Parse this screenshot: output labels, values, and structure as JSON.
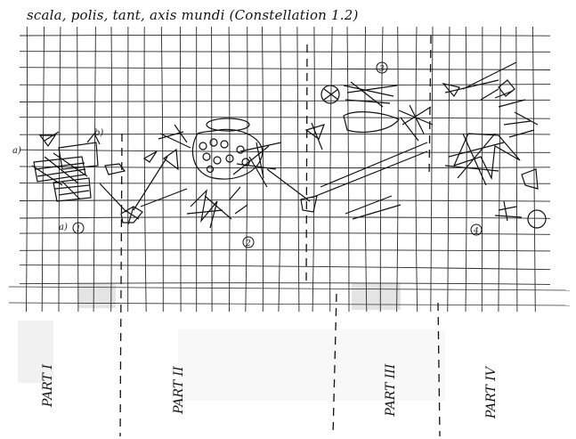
{
  "title": "scala, polis, tant, axis mundi (Constellation 1.2)",
  "labels": {
    "a_upper": "a)",
    "b": "b)",
    "a_lower": "a)",
    "circ1": "1",
    "circ2": "2",
    "circ3": "3",
    "circ4": "4"
  },
  "parts": [
    "PART I",
    "PART II",
    "PART III",
    "PART IV"
  ],
  "colors": {
    "ink": "#111111",
    "grid": "#2a2a2a",
    "paper": "#ffffff",
    "bleed": "#d9d9d9"
  }
}
